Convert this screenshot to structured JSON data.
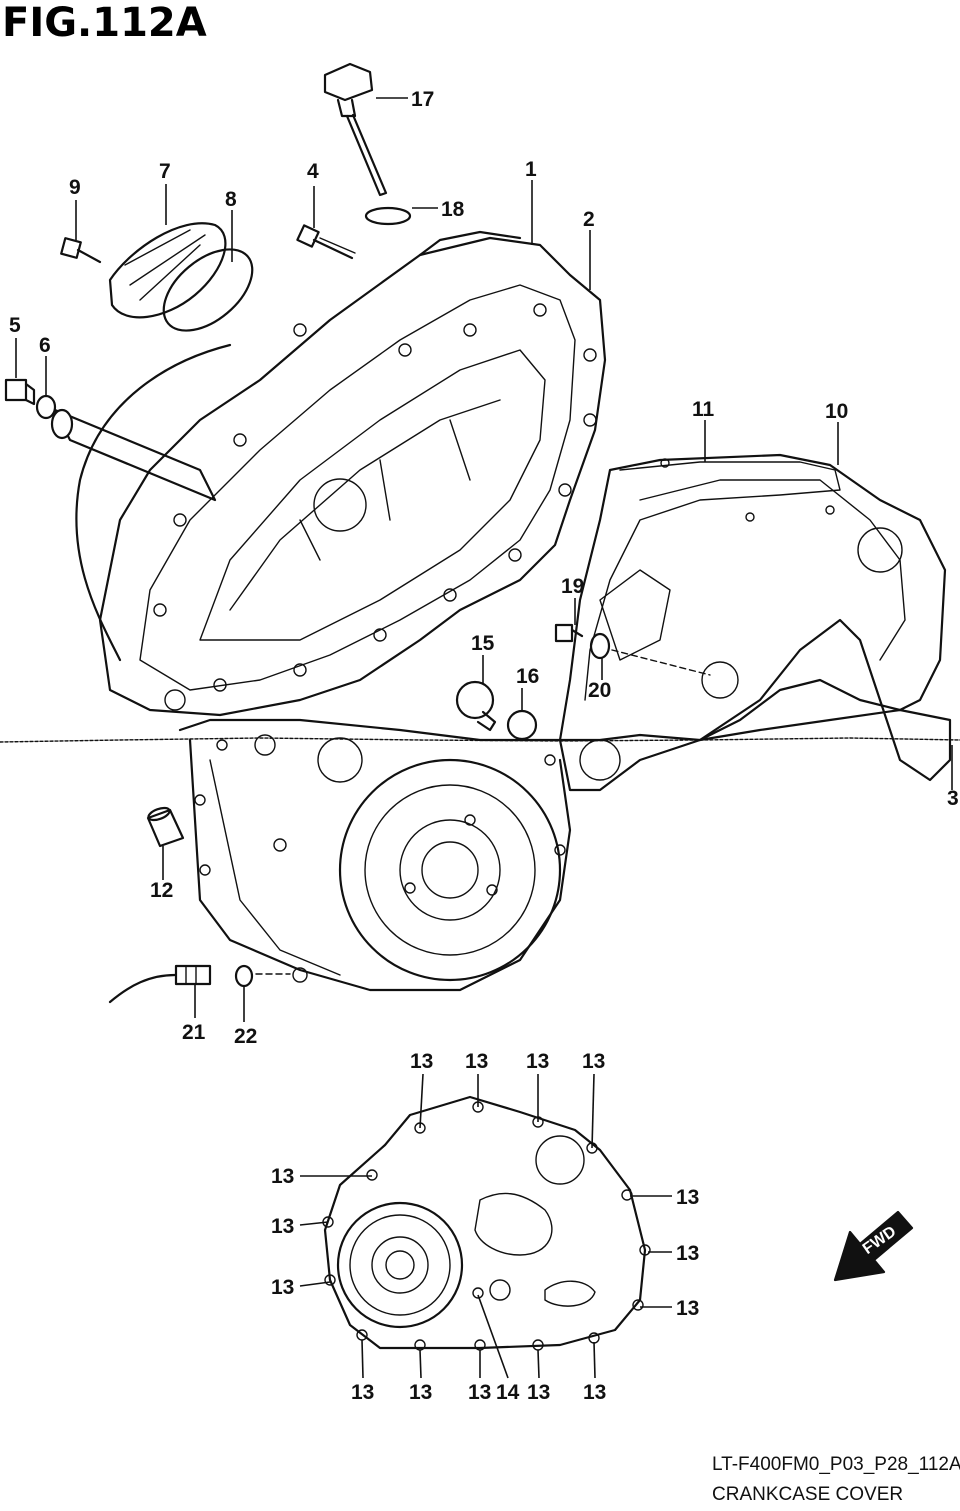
{
  "figure": {
    "title": "FIG.112A",
    "code": "LT-F400FM0_P03_P28_112A",
    "caption": "CRANKCASE COVER"
  },
  "direction_arrow": {
    "label": "FWD"
  },
  "callouts": {
    "c1": "1",
    "c2": "2",
    "c3": "3",
    "c4": "4",
    "c5": "5",
    "c6": "6",
    "c7": "7",
    "c8": "8",
    "c9": "9",
    "c10": "10",
    "c11": "11",
    "c12": "12",
    "c14": "14",
    "c15": "15",
    "c16": "16",
    "c17": "17",
    "c18": "18",
    "c19": "19",
    "c20": "20",
    "c21": "21",
    "c22": "22"
  },
  "bolt_13_label": "13"
}
